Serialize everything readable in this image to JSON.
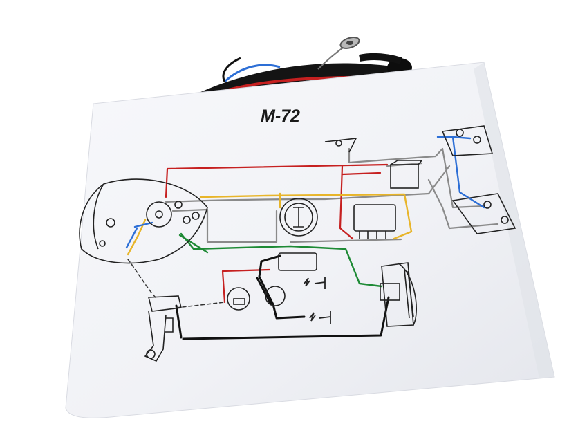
{
  "diagram": {
    "title": "M-72"
  },
  "wire_colors": {
    "black": "#111111",
    "red": "#c62020",
    "yellow": "#e8b52a",
    "green": "#1e8a35",
    "blue": "#2d6fd6",
    "gray": "#8a8a8a"
  },
  "icons": [
    "wire-bundle",
    "headlight",
    "coil",
    "battery",
    "generator",
    "relay-regulator",
    "fuse-box",
    "ignition-switch",
    "distributor",
    "horn",
    "tail-light",
    "spark-plug"
  ]
}
